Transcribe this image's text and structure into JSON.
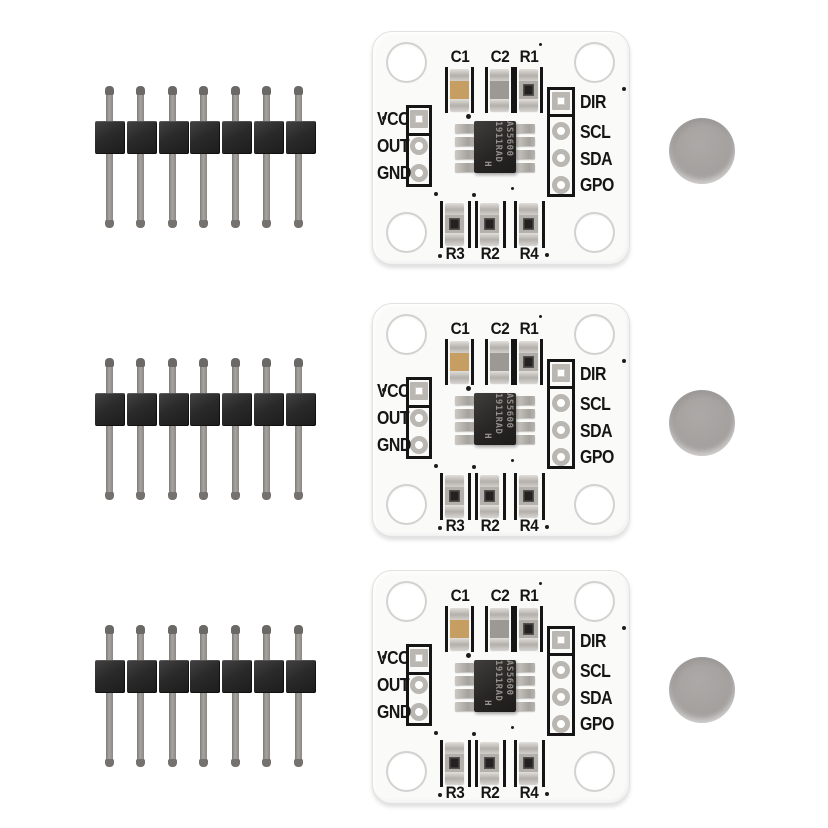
{
  "scene": {
    "description": "Product photo: three AS5600 magnetic encoder breakout boards, each with a seven-pin male header strip and a round gray magnet",
    "rows": 3,
    "background_color": "#ffffff"
  },
  "header_strip": {
    "pin_count": 7,
    "plastic_color": "#282828",
    "pin_color": "#8f8c89"
  },
  "module": {
    "board_color": "#fafaf9",
    "silkscreen_color": "#151515",
    "top_components": [
      {
        "label": "C1",
        "body_color": "#c79e62"
      },
      {
        "label": "C2",
        "body_color": "#9c9995"
      },
      {
        "label": "R1",
        "body_color": "#b0ada9",
        "marked": true
      }
    ],
    "bottom_components": [
      {
        "label": "R3",
        "body_color": "#b3b0ac",
        "marked": true
      },
      {
        "label": "R2",
        "body_color": "#b3b0ac",
        "marked": true
      },
      {
        "label": "R4",
        "body_color": "#b3b0ac",
        "marked": true
      }
    ],
    "left_pads": [
      "VCC",
      "OUT",
      "GND"
    ],
    "right_pads": [
      "DIR",
      "SCL",
      "SDA",
      "GPO"
    ],
    "chip": {
      "line1": "AS5600",
      "line2": "1911RAD",
      "line3": "H",
      "body_color": "#282624"
    }
  },
  "magnet": {
    "color": "#a3a09e"
  }
}
